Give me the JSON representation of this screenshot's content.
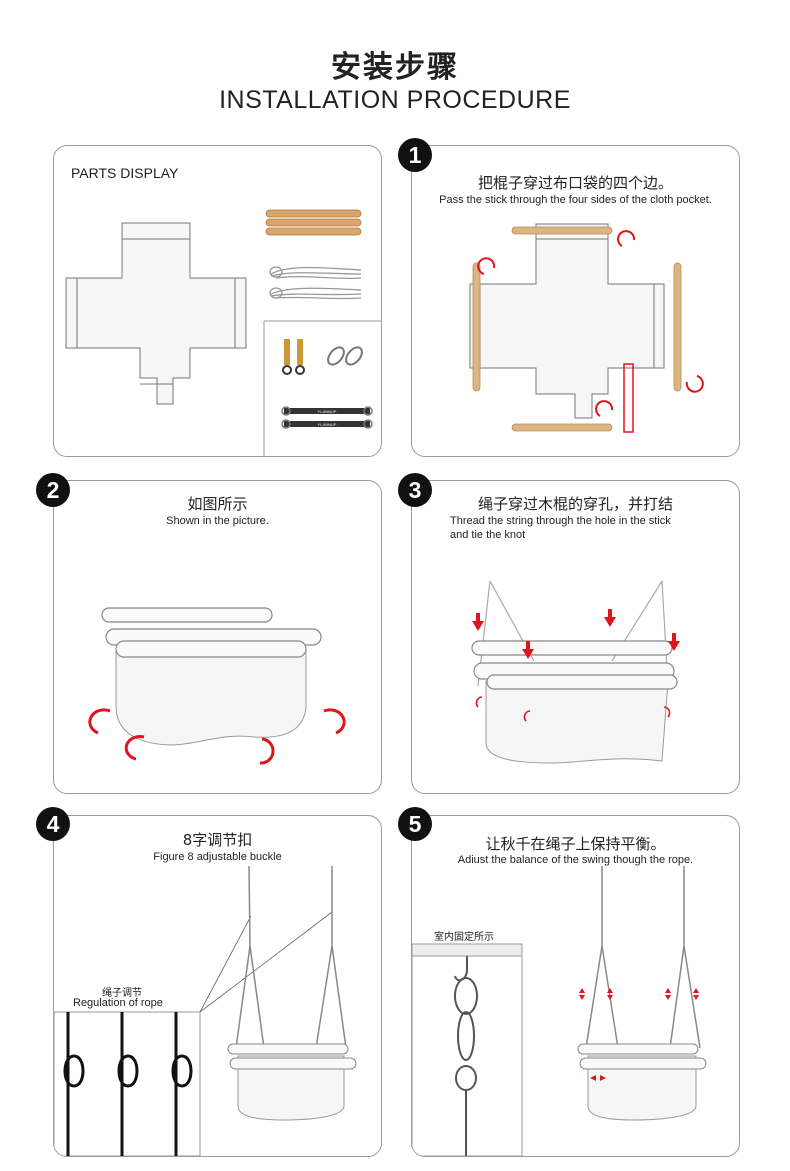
{
  "header": {
    "title_cn": "安装步骤",
    "title_en": "INSTALLATION PROCEDURE"
  },
  "parts": {
    "label": "PARTS DISPLAY",
    "strap_text": "YLANNUP"
  },
  "step1": {
    "num": "1",
    "cn": "把棍子穿过布口袋的四个边。",
    "en": "Pass the stick through the four sides of the cloth pocket."
  },
  "step2": {
    "num": "2",
    "cn": "如图所示",
    "en": "Shown in the picture."
  },
  "step3": {
    "num": "3",
    "cn": "绳子穿过木棍的穿孔，并打结",
    "en_line1": "Thread the string through the hole in the stick",
    "en_line2": "and tie the knot"
  },
  "step4": {
    "num": "4",
    "cn": "8字调节扣",
    "en": "Figure 8 adjustable buckle",
    "inset_cn": "绳子调节",
    "inset_en": "Regulation of rope"
  },
  "step5": {
    "num": "5",
    "cn": "让秋千在绳子上保持平衡。",
    "en": "Adiust the balance of the swing though the rope.",
    "inset_cn": "室内固定所示"
  },
  "colors": {
    "arrow": "#e0141e",
    "wood": "#d9b07a",
    "border": "#9a9a9a",
    "badge": "#111111"
  }
}
